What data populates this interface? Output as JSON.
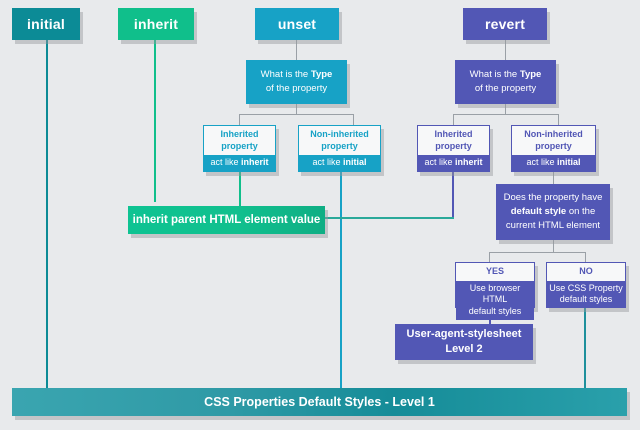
{
  "diagram": {
    "title_bar": "CSS Properties Default Styles - Level 1",
    "colors": {
      "teal": "#0c8b96",
      "green": "#10bf8b",
      "cyan": "#17a2c6",
      "purple": "#5257b5",
      "background": "#e8eaec",
      "line_grey": "#9aa0a6"
    },
    "keywords": {
      "initial": "initial",
      "inherit": "inherit",
      "unset": "unset",
      "revert": "revert"
    },
    "unset_branch": {
      "question_line1_prefix": "What is the ",
      "question_line1_bold": "Type",
      "question_line2": "of the property",
      "inherited": {
        "head_line1": "Inherited",
        "head_line2": "property",
        "foot_prefix": "act like ",
        "foot_bold": "inherit"
      },
      "non_inherited": {
        "head_line1": "Non-inherited",
        "head_line2": "property",
        "foot_prefix": "act like ",
        "foot_bold": "initial"
      }
    },
    "revert_branch": {
      "question_line1_prefix": "What is the ",
      "question_line1_bold": "Type",
      "question_line2": "of the property",
      "inherited": {
        "head_line1": "Inherited",
        "head_line2": "property",
        "foot_prefix": "act like ",
        "foot_bold": "inherit"
      },
      "non_inherited": {
        "head_line1": "Non-inherited",
        "head_line2": "property",
        "foot_prefix": "act like ",
        "foot_bold": "initial"
      },
      "default_style_question": {
        "line1": "Does the property have",
        "line2_bold": "default style",
        "line2_rest": " on the",
        "line3": "current HTML element"
      },
      "yes": {
        "head": "YES",
        "body_line1": "Use browser HTML",
        "body_line2": "default styles"
      },
      "no": {
        "head": "NO",
        "body_line1": "Use CSS Property",
        "body_line2": "default styles"
      },
      "user_agent_stylesheet": {
        "line1": "User-agent-stylesheet",
        "line2": "Level 2"
      }
    },
    "inherit_result": "inherit parent HTML element value"
  }
}
